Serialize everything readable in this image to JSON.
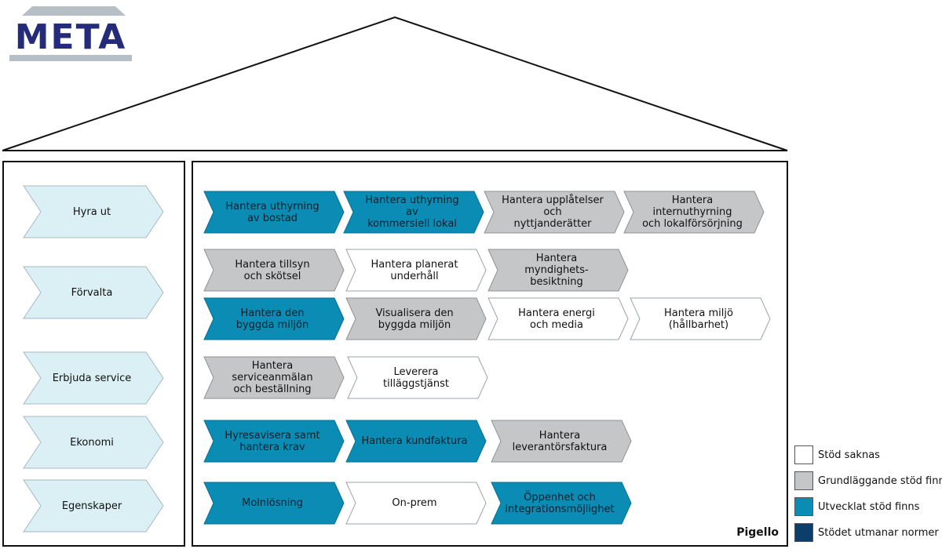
{
  "logo": {
    "text": "META"
  },
  "frame_label": "Pigello",
  "colors": {
    "saknas": "#ffffff",
    "grundlaggande": "#c5c6c7",
    "utvecklat": "#0a8cb5",
    "utmanar": "#0d3d6b",
    "category": "#dbf0f5"
  },
  "categories": [
    "Hyra ut",
    "Förvalta",
    "Erbjuda service",
    "Ekonomi",
    "Egenskaper"
  ],
  "rows": [
    [
      {
        "label": "Hantera uthyrning\nav bostad",
        "level": "utvecklat"
      },
      {
        "label": "Hantera uthyrning av\nkommersiell lokal",
        "level": "utvecklat"
      },
      {
        "label": "Hantera upplåtelser och\nnyttjanderätter",
        "level": "grundlaggande"
      },
      {
        "label": "Hantera internuthyrning\noch lokalförsörjning",
        "level": "grundlaggande"
      }
    ],
    [
      {
        "label": "Hantera tillsyn\noch skötsel",
        "level": "grundlaggande"
      },
      {
        "label": "Hantera planerat\nunderhåll",
        "level": "saknas"
      },
      {
        "label": "Hantera myndighets-\nbesiktning",
        "level": "grundlaggande"
      }
    ],
    [
      {
        "label": "Hantera den\nbyggda miljön",
        "level": "utvecklat"
      },
      {
        "label": "Visualisera den\nbyggda miljön",
        "level": "grundlaggande"
      },
      {
        "label": "Hantera energi\noch media",
        "level": "saknas"
      },
      {
        "label": "Hantera miljö\n(hållbarhet)",
        "level": "saknas"
      }
    ],
    [
      {
        "label": "Hantera serviceanmälan\noch beställning",
        "level": "grundlaggande"
      },
      {
        "label": "Leverera\ntilläggstjänst",
        "level": "saknas"
      }
    ],
    [
      {
        "label": "Hyresavisera samt\nhantera krav",
        "level": "utvecklat"
      },
      {
        "label": "Hantera kundfaktura",
        "level": "utvecklat"
      },
      {
        "label": "Hantera\nleverantörsfaktura",
        "level": "grundlaggande"
      }
    ],
    [
      {
        "label": "Molnlösning",
        "level": "utvecklat"
      },
      {
        "label": "On-prem",
        "level": "saknas"
      },
      {
        "label": "Öppenhet och\nintegrationsmöjlighet",
        "level": "utvecklat"
      }
    ]
  ],
  "legend": [
    {
      "key": "saknas",
      "label": "Stöd saknas"
    },
    {
      "key": "grundlaggande",
      "label": "Grundläggande stöd finns"
    },
    {
      "key": "utvecklat",
      "label": "Utvecklat stöd finns"
    },
    {
      "key": "utmanar",
      "label": "Stödet utmanar normer"
    }
  ]
}
